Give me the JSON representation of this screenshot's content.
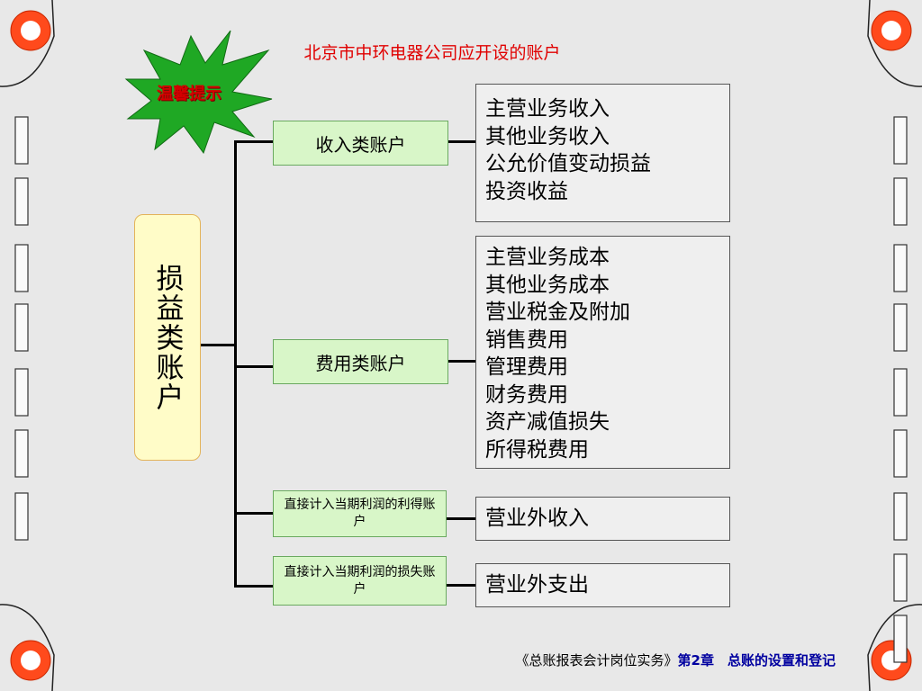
{
  "title": "北京市中环电器公司应开设的账户",
  "burst": {
    "label": "温馨提示"
  },
  "root": {
    "label": "损益类账户"
  },
  "categories": [
    {
      "label": "收入类账户"
    },
    {
      "label": "费用类账户"
    },
    {
      "label": "直接计入当期利润的利得账户"
    },
    {
      "label": "直接计入当期利润的损失账户"
    }
  ],
  "accounts": {
    "income": [
      "主营业务收入",
      "其他业务收入",
      "公允价值变动损益",
      "投资收益"
    ],
    "expense": [
      "主营业务成本",
      "其他业务成本",
      "营业税金及附加",
      "销售费用",
      "管理费用",
      "财务费用",
      "资产减值损失",
      "所得税费用"
    ],
    "gain": [
      "营业外收入"
    ],
    "loss": [
      "营业外支出"
    ]
  },
  "footer": {
    "book": "《总账报表会计岗位实务》",
    "chapter": "第2章　总账的设置和登记"
  },
  "colors": {
    "title": "#e00000",
    "burst_fill": "#1fa824",
    "ring": "#ff4a1c",
    "category_bg": "#d8f6c8",
    "root_bg": "#fffcc8",
    "list_bg": "#efefef",
    "chapter": "#0000a0"
  }
}
